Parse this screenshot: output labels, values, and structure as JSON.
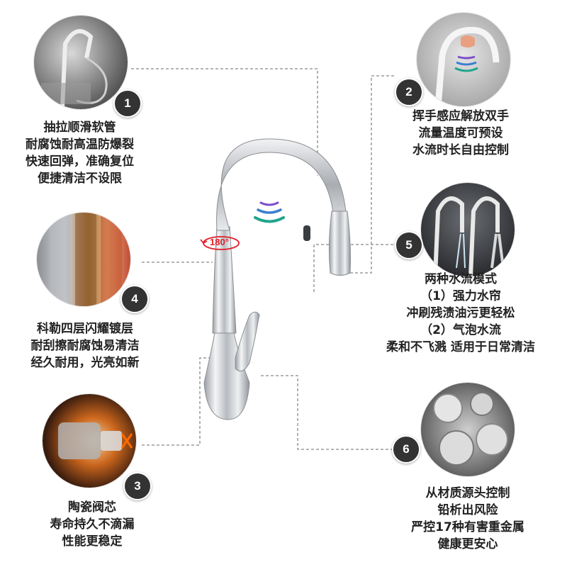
{
  "features": [
    {
      "num": "1",
      "lines": [
        "抽拉顺滑软管",
        "耐腐蚀耐高温防爆裂",
        "快速回弹，准确复位",
        "便捷清洁不设限"
      ],
      "icon": "pull-out-hose"
    },
    {
      "num": "2",
      "lines": [
        "挥手感应解放双手",
        "流量温度可预设",
        "水流时长自由控制"
      ],
      "icon": "hand-sensor"
    },
    {
      "num": "3",
      "lines": [
        "陶瓷阀芯",
        "寿命持久不滴漏",
        "性能更稳定"
      ],
      "icon": "ceramic-cartridge"
    },
    {
      "num": "4",
      "lines": [
        "科勒四层闪耀镀层",
        "耐刮擦耐腐蚀易清洁",
        "经久耐用，光亮如新"
      ],
      "icon": "plating-layers"
    },
    {
      "num": "5",
      "lines": [
        "两种水流模式",
        "（1）强力水帘",
        "冲刷残渍油污更轻松",
        "（2）气泡水流",
        "柔和不飞溅 适用于日常清洁"
      ],
      "icon": "spray-modes"
    },
    {
      "num": "6",
      "lines": [
        "从材质源头控制",
        "铅析出风险",
        "严控17种有害重金属",
        "健康更安心"
      ],
      "icon": "metal-rods"
    }
  ],
  "rotation_label": "180°",
  "colors": {
    "badge": "#333333",
    "leader": "#888888",
    "rotation": "#e0202a",
    "sensor_purple": "#7b4fc9",
    "sensor_teal": "#1ea58c"
  }
}
